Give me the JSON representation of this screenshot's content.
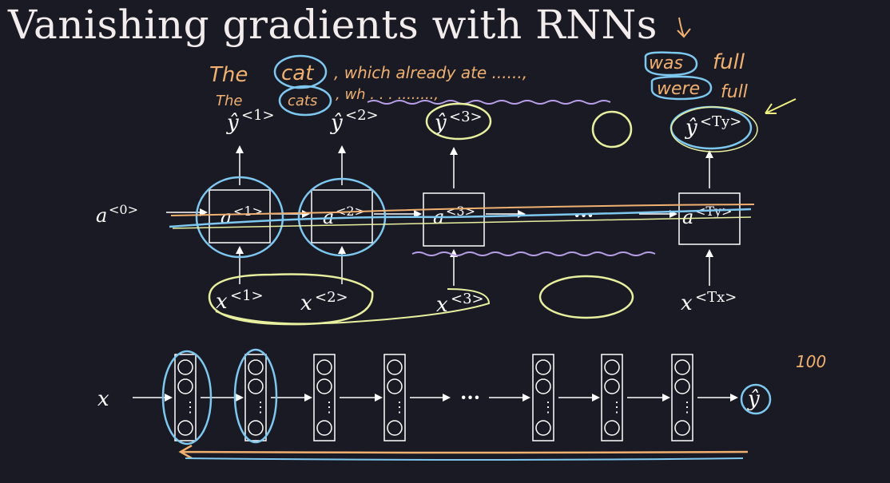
{
  "title": "Vanishing gradients with RNNs",
  "handwritten": {
    "sentence1_the": "The",
    "sentence1_cat": "cat",
    "sentence1_rest": ", which already ate ......,",
    "sentence1_was": "was",
    "sentence1_full": "full",
    "sentence2_the": "The",
    "sentence2_cats": "cats",
    "sentence2_rest": ", wh  . . .  ........,",
    "sentence2_were": "were",
    "sentence2_full": "full",
    "note_100": "100"
  },
  "rnn": {
    "a0_base": "a",
    "a0_sup": "<0>",
    "outputs": [
      {
        "base": "ŷ",
        "sup": "<1>"
      },
      {
        "base": "ŷ",
        "sup": "<2>"
      },
      {
        "base": "ŷ",
        "sup": "<3>"
      },
      {
        "base": "ŷ",
        "sup": "<Ty>"
      }
    ],
    "cells": [
      {
        "base": "a",
        "sup": "<1>"
      },
      {
        "base": "a",
        "sup": "<2>"
      },
      {
        "base": "a",
        "sup": "<3>"
      },
      {
        "base": "a",
        "sup": "<Ty>"
      }
    ],
    "inputs": [
      {
        "base": "x",
        "sup": "<1>"
      },
      {
        "base": "x",
        "sup": "<2>"
      },
      {
        "base": "x",
        "sup": "<3>"
      },
      {
        "base": "x",
        "sup": "<Tx>"
      }
    ],
    "ellipsis": "···"
  },
  "deep_net": {
    "input_label": "x",
    "output_label": "ŷ",
    "ellipsis": "···",
    "column_dots": "⋮"
  },
  "colors": {
    "background": "#1a1a24",
    "ink": "#ffffff",
    "blue": "#7ec8f0",
    "yellow": "#e8f0a0",
    "orange": "#f0b070",
    "purple": "#b8a0e8"
  }
}
